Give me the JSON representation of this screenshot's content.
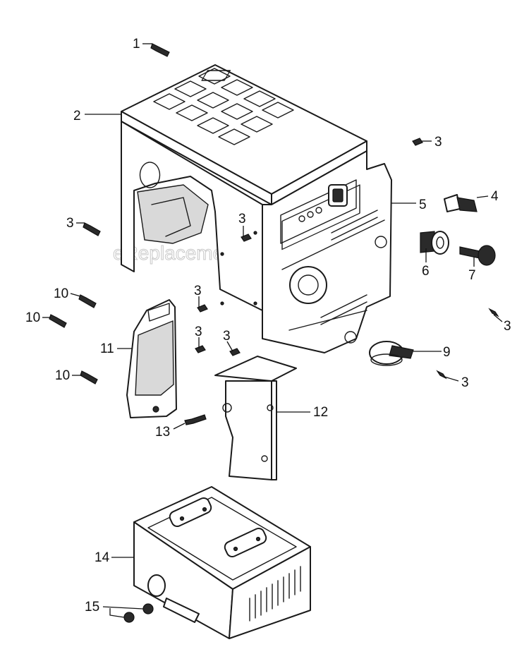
{
  "watermark": "eReplacementParts.com",
  "callouts": [
    {
      "id": "c1",
      "text": "1"
    },
    {
      "id": "c2",
      "text": "2"
    },
    {
      "id": "c3a",
      "text": "3"
    },
    {
      "id": "c3b",
      "text": "3"
    },
    {
      "id": "c3c",
      "text": "3"
    },
    {
      "id": "c3d",
      "text": "3"
    },
    {
      "id": "c3e",
      "text": "3"
    },
    {
      "id": "c3f",
      "text": "3"
    },
    {
      "id": "c3g",
      "text": "3"
    },
    {
      "id": "c3h",
      "text": "3"
    },
    {
      "id": "c4",
      "text": "4"
    },
    {
      "id": "c5",
      "text": "5"
    },
    {
      "id": "c6",
      "text": "6"
    },
    {
      "id": "c7",
      "text": "7"
    },
    {
      "id": "c9",
      "text": "9"
    },
    {
      "id": "c10a",
      "text": "10"
    },
    {
      "id": "c10b",
      "text": "10"
    },
    {
      "id": "c10c",
      "text": "10"
    },
    {
      "id": "c11",
      "text": "11"
    },
    {
      "id": "c12",
      "text": "12"
    },
    {
      "id": "c13",
      "text": "13"
    },
    {
      "id": "c14",
      "text": "14"
    },
    {
      "id": "c15",
      "text": "15"
    }
  ]
}
